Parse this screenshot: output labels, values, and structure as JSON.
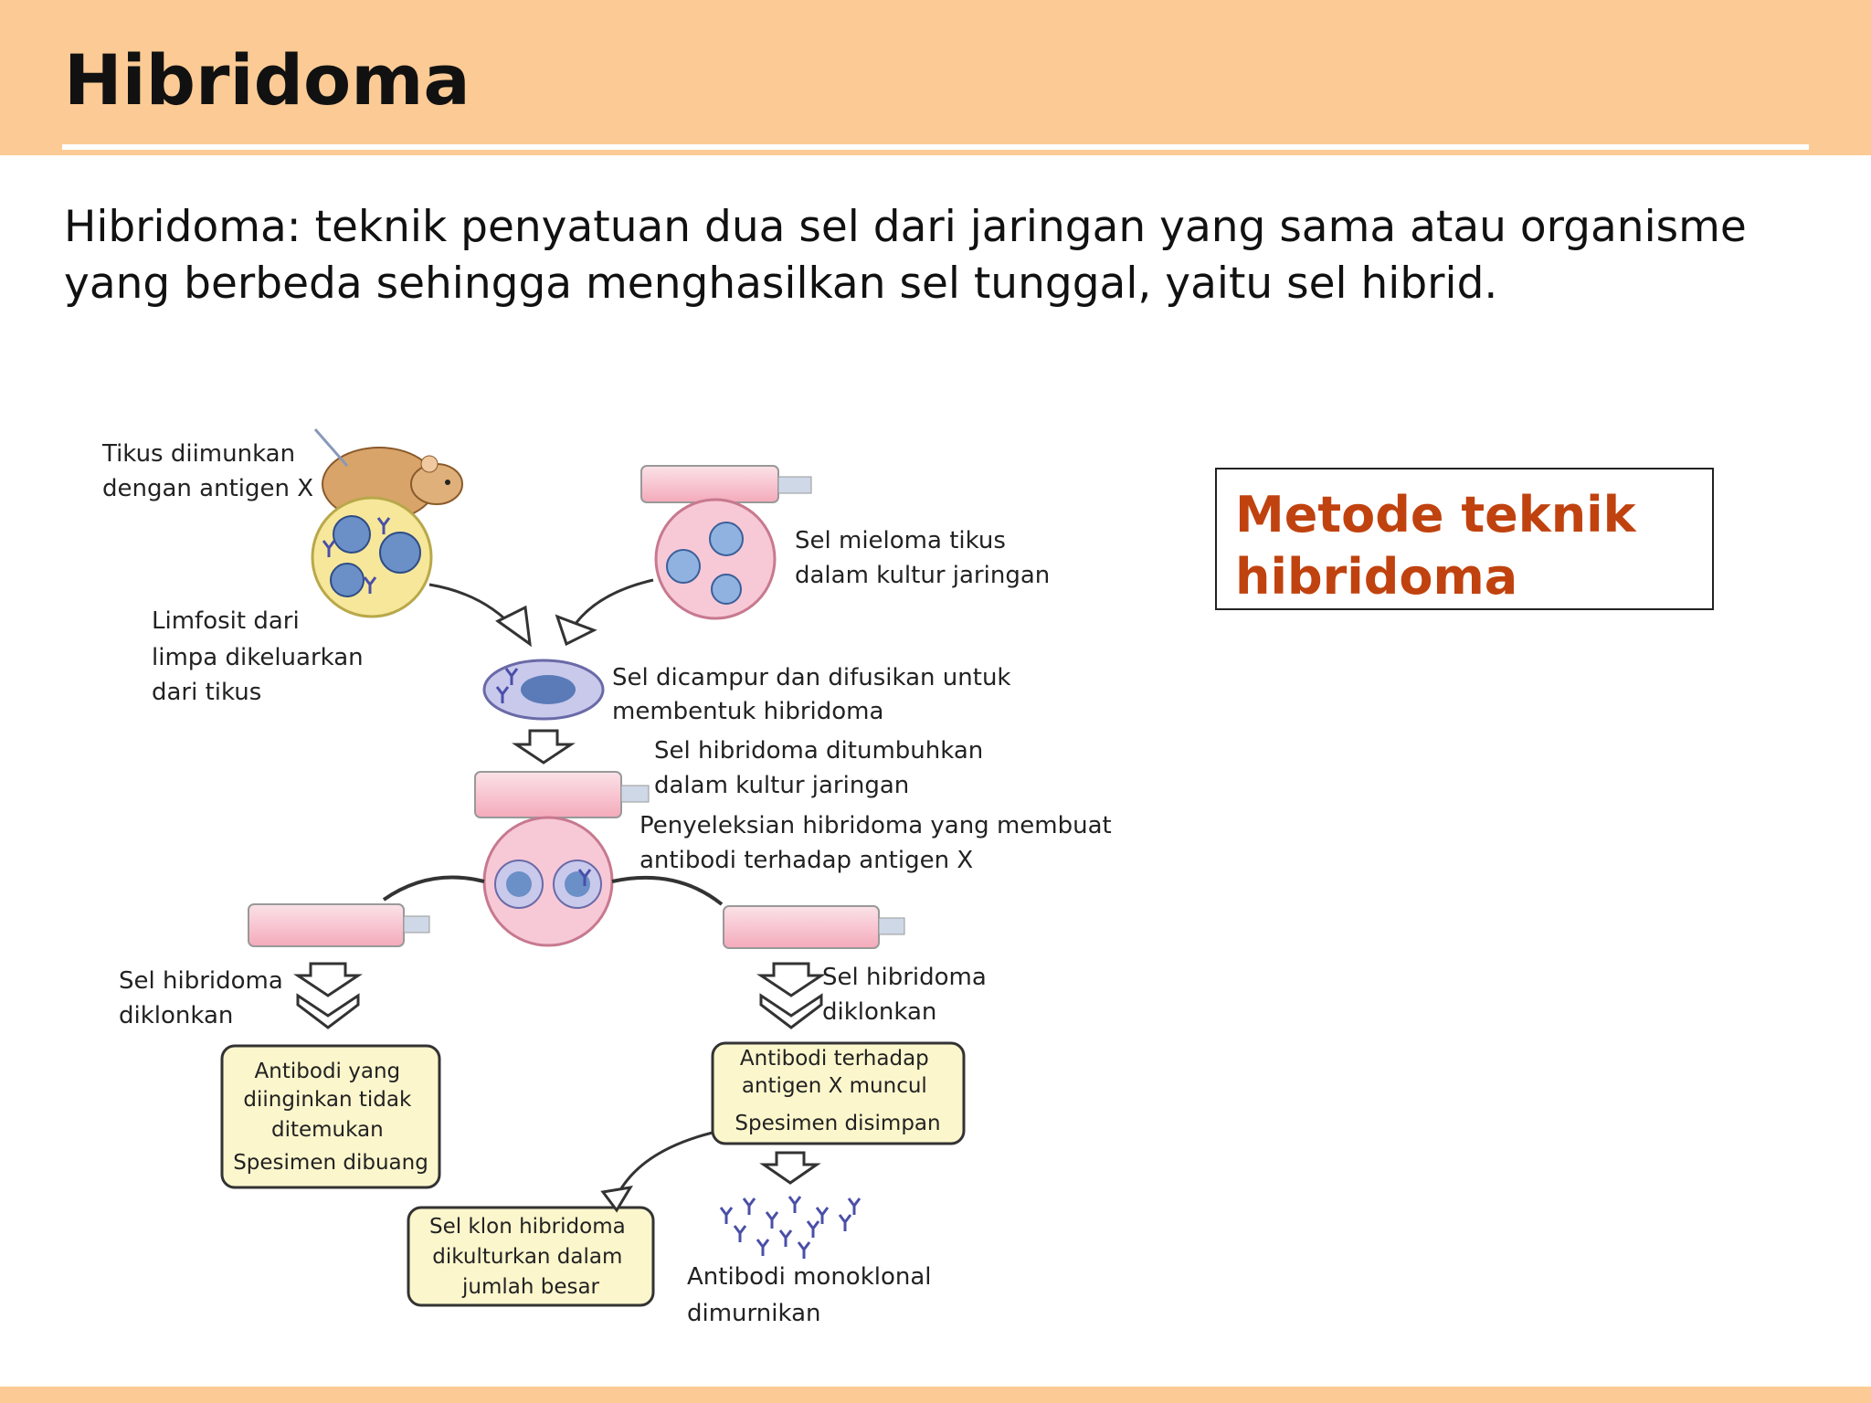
{
  "slide": {
    "title": "Hibridoma",
    "intro_line1": "Hibridoma: teknik penyatuan dua sel dari jaringan yang sama atau organisme",
    "intro_line2": "yang berbeda sehingga menghasilkan sel tunggal, yaitu sel hibrid.",
    "callout_line1": "Metode teknik",
    "callout_line2": "hibridoma"
  },
  "diagram": {
    "mouse_label": [
      "Tikus diimunkan",
      "dengan antigen X"
    ],
    "lymphocyte_label": [
      "Limfosit dari",
      "limpa dikeluarkan",
      "dari tikus"
    ],
    "myeloma_label": [
      "Sel mieloma tikus",
      "dalam kultur jaringan"
    ],
    "fusion_label": [
      "Sel dicampur dan difusikan untuk",
      "membentuk hibridoma"
    ],
    "culture_label": [
      "Sel hibridoma ditumbuhkan",
      "dalam kultur jaringan"
    ],
    "selection_label": [
      "Penyeleksian hibridoma yang membuat",
      "antibodi terhadap antigen X"
    ],
    "clone_left_label": [
      "Sel hibridoma",
      "diklonkan"
    ],
    "clone_right_label": [
      "Sel hibridoma",
      "diklonkan"
    ],
    "box_left": [
      "Antibodi yang",
      "diinginkan tidak",
      "ditemukan",
      "Spesimen dibuang"
    ],
    "box_right": [
      "Antibodi terhadap",
      "antigen X muncul",
      "Spesimen disimpan"
    ],
    "box_bottom": [
      "Sel klon hibridoma",
      "dikulturkan dalam",
      "jumlah besar"
    ],
    "antibody_label": [
      "Antibodi monoklonal",
      "dimurnikan"
    ]
  },
  "colors": {
    "header": "#fccb95",
    "callout_text": "#c0420f",
    "flask": "#f6b6c4",
    "cell": "#f7c9d6",
    "spleen": "#f7e79a",
    "box_fill": "#fbf6cc",
    "antibody": "#4a4fa8"
  }
}
